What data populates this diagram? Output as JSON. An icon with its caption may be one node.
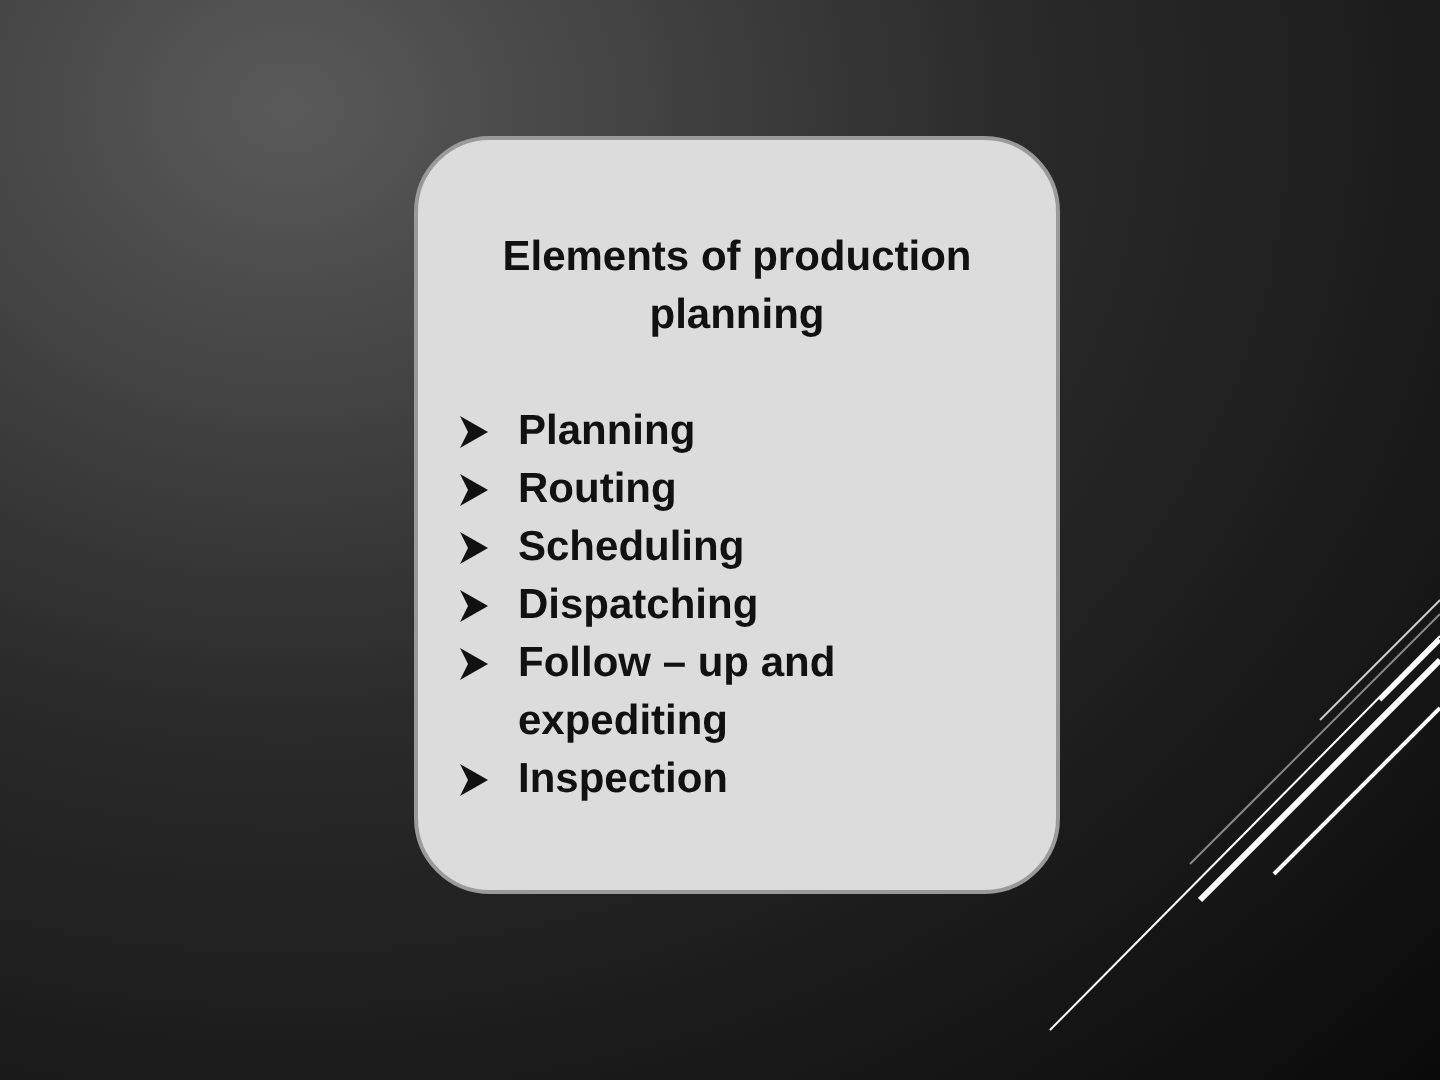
{
  "diagram": {
    "nodes": [
      {
        "text": [
          "Elements of production planning",
          "Planning",
          "Routing",
          "Scheduling",
          "Dispatching",
          "Follow – up and expediting",
          "Inspection"
        ]
      }
    ]
  }
}
